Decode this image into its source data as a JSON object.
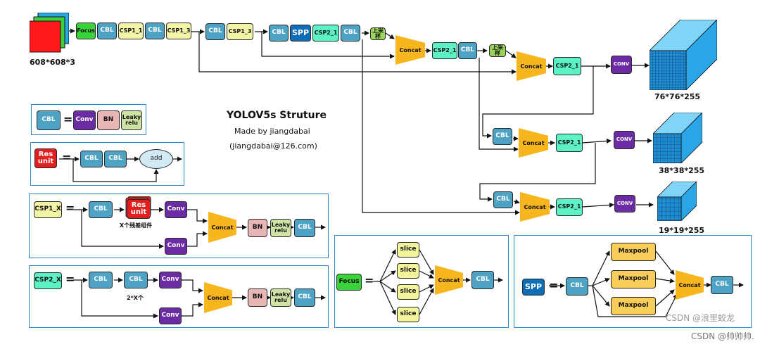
{
  "title": "YOLOV5s Struture",
  "subtitle": "Made by jiangdabai",
  "email": "(jiangdabai@126.com)",
  "input_size": "608*608*3",
  "outputs": {
    "large": "76*76*255",
    "medium": "38*38*255",
    "small": "19*19*255"
  },
  "labels": {
    "cbl": "CBL",
    "focus": "Focus",
    "spp": "SPP",
    "csp1_1": "CSP1_1",
    "csp1_3": "CSP1_3",
    "csp2_1": "CSP2_1",
    "concat": "Concat",
    "upsample": "上采样",
    "conv_upper": "CONV",
    "conv": "Conv",
    "bn": "BN",
    "leaky": "Leaky relu",
    "res": "Res unit",
    "add": "add",
    "csp1_x": "CSP1_X",
    "csp2_x": "CSP2_X",
    "slice": "slice",
    "maxpool": "Maxpool"
  },
  "notes": {
    "res_components": "X个残差组件",
    "two_x": "2*X个"
  },
  "watermarks": [
    "CSDN @浪里蛟龙",
    "CSDN @帅帅帅."
  ],
  "colors": {
    "cbl": "#4ea3c4",
    "csp1": "#f3f5a6",
    "csp2": "#5cf2c6",
    "focus": "#3ad43a",
    "spp": "#0e6db7",
    "upsample": "#9bd45c",
    "conv": "#6b2ca3",
    "bn": "#e9b6b6",
    "leaky": "#cfe3a4",
    "slice": "#f4f59a",
    "maxpool": "#f8cd5a",
    "concat": "#f7b51e",
    "res": "#e11f1f",
    "output_cube": "#29a8e8",
    "legend_border": "#3484c8"
  }
}
